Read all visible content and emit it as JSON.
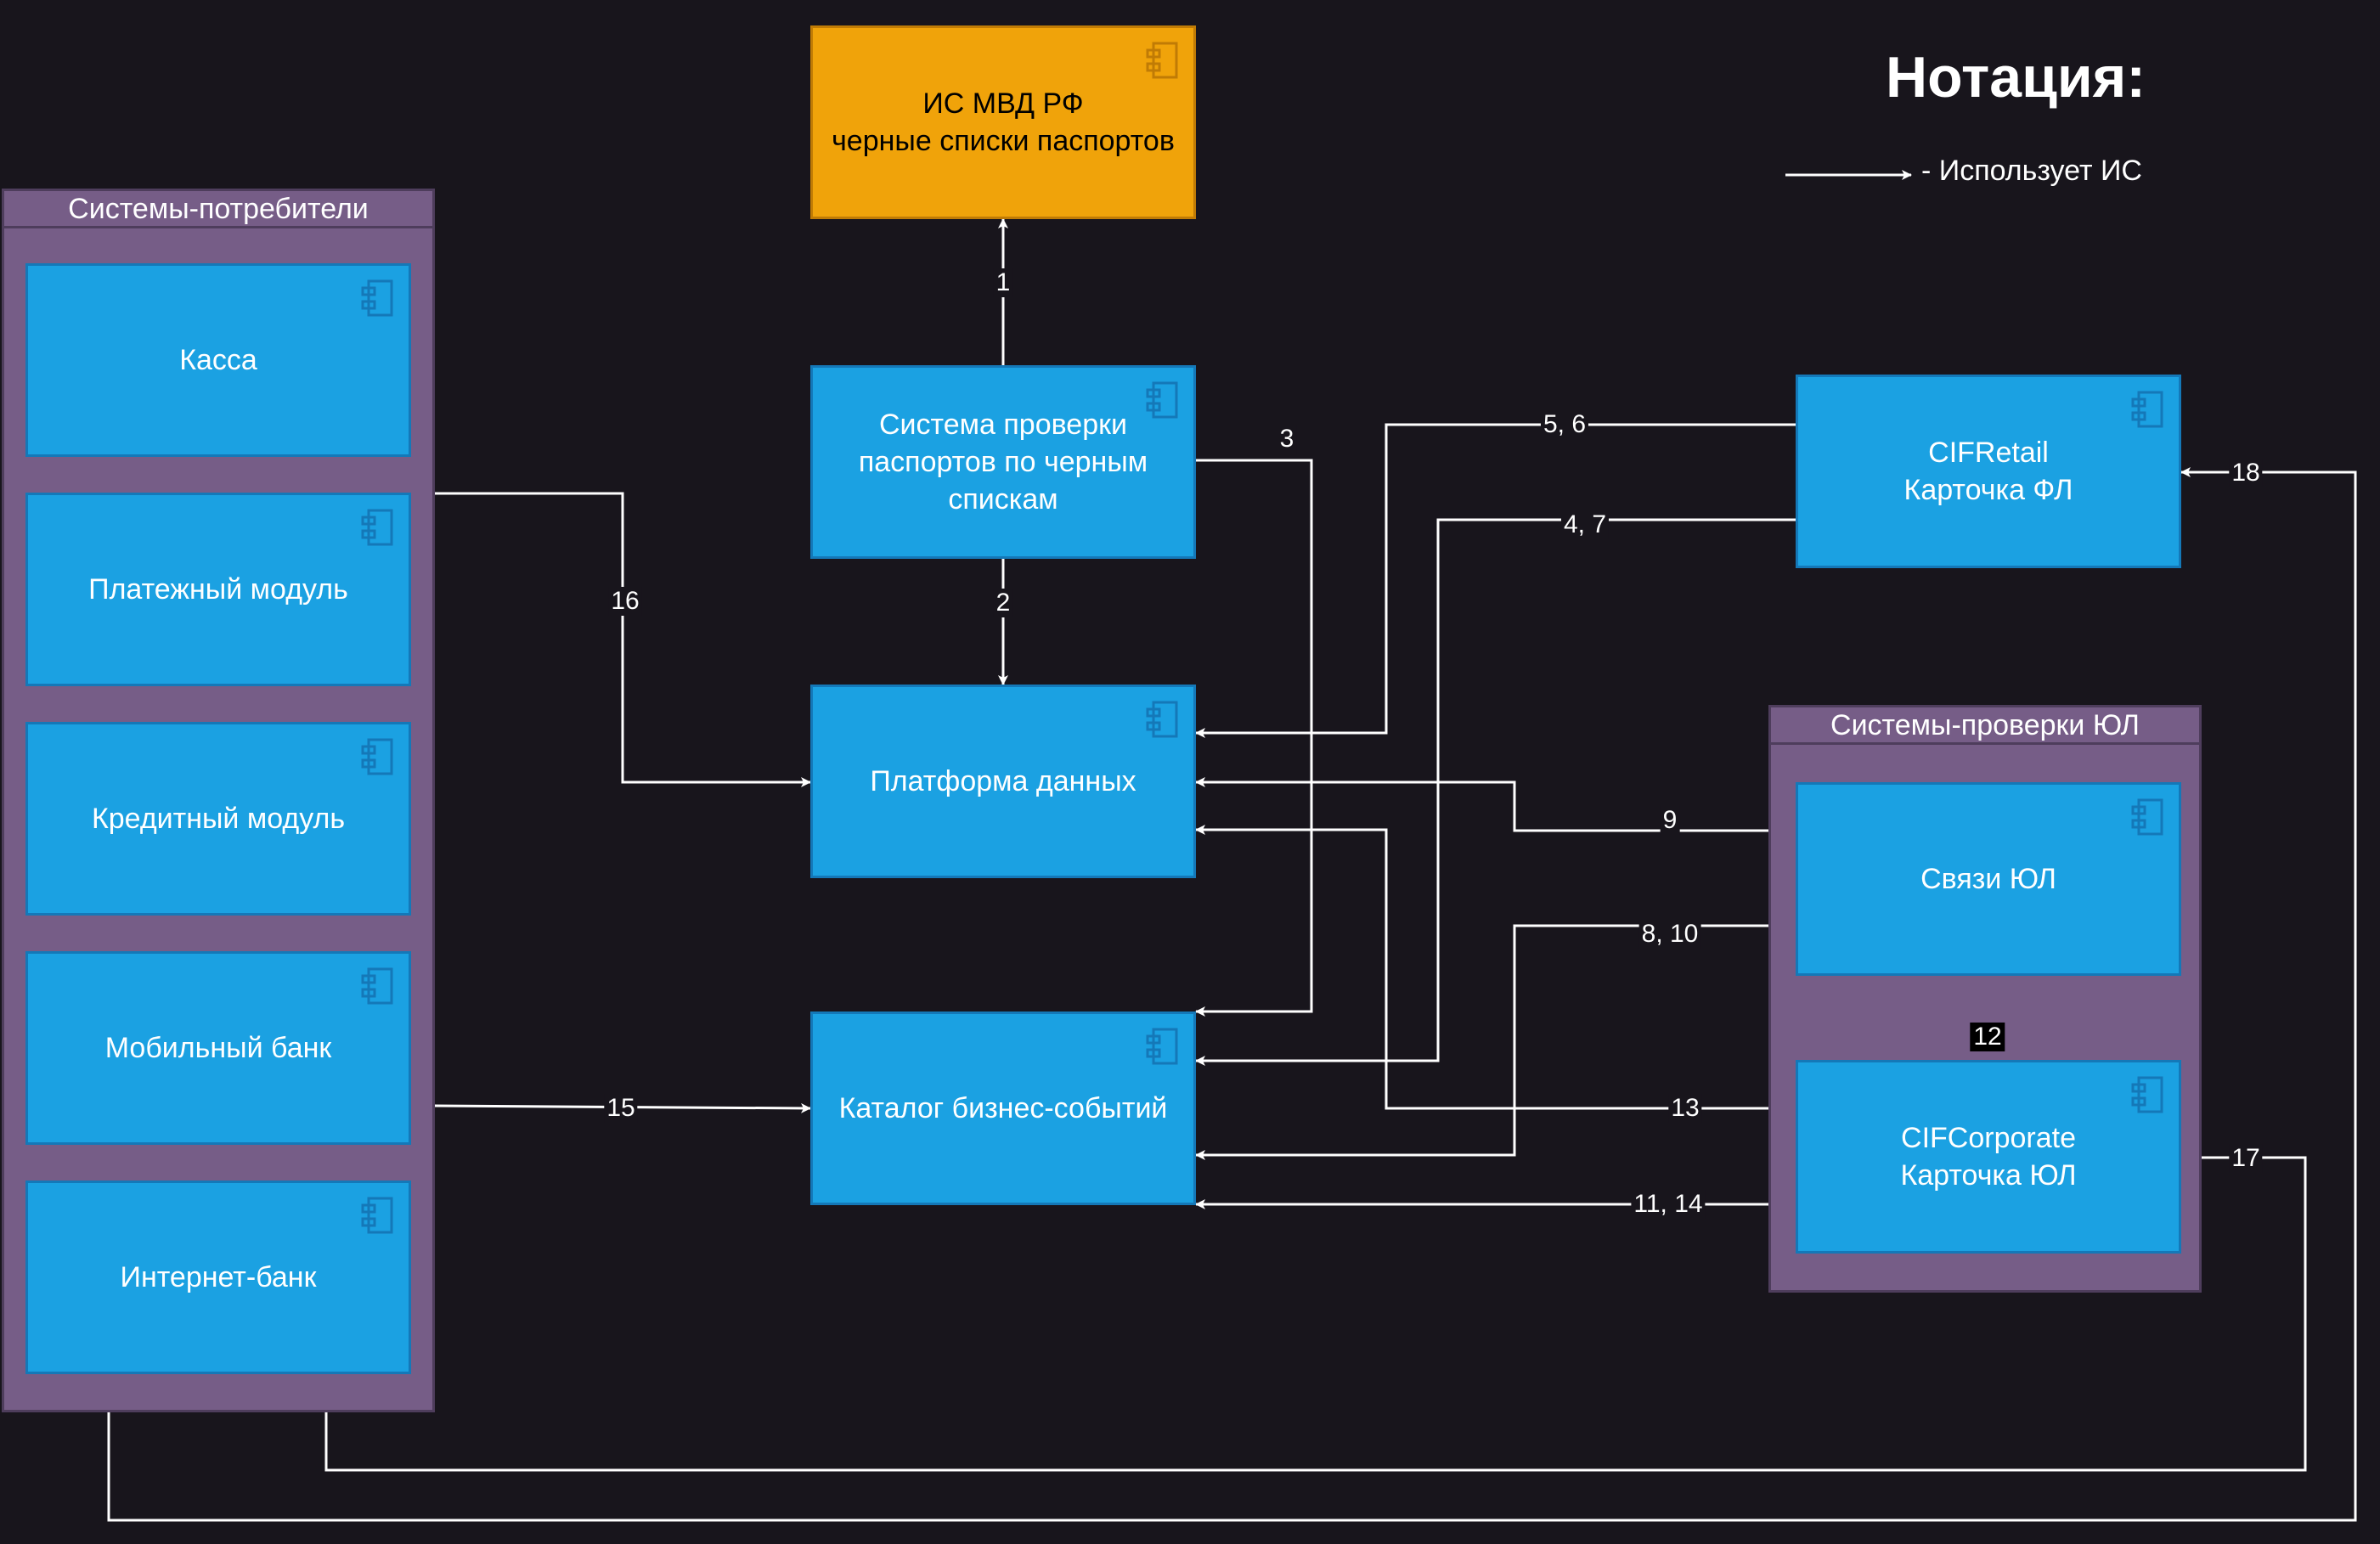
{
  "notation": {
    "title": "Нотация:",
    "uses_text": "- Использует ИС"
  },
  "colors": {
    "background": "#18151c",
    "component": "#1ba1e2",
    "external_system": "#f0a30a",
    "group": "#765d87",
    "connector": "#ffffff"
  },
  "groups": {
    "consumers": {
      "title": "Системы-потребители"
    },
    "legal_check": {
      "title": "Системы-проверки ЮЛ"
    }
  },
  "components": {
    "mvd": {
      "line1": "ИС МВД РФ",
      "line2": "черные списки паспортов",
      "icon": "component-icon"
    },
    "passport_check": {
      "line1": "Система проверки",
      "line2": "паспортов по черным",
      "line3": "спискам",
      "icon": "component-icon"
    },
    "data_platform": {
      "line1": "Платформа данных",
      "icon": "component-icon"
    },
    "event_catalog": {
      "line1": "Каталог бизнес-событий",
      "icon": "component-icon"
    },
    "cif_retail": {
      "line1": "CIFRetail",
      "line2": "Карточка ФЛ",
      "icon": "component-icon"
    },
    "legal_links": {
      "line1": "Связи ЮЛ",
      "icon": "component-icon"
    },
    "cif_corporate": {
      "line1": "CIFCorporate",
      "line2": "Карточка ЮЛ",
      "icon": "component-icon"
    },
    "kassa": {
      "line1": "Касса",
      "icon": "component-icon"
    },
    "payment_module": {
      "line1": "Платежный модуль",
      "icon": "component-icon"
    },
    "credit_module": {
      "line1": "Кредитный модуль",
      "icon": "component-icon"
    },
    "mobile_bank": {
      "line1": "Мобильный банк",
      "icon": "component-icon"
    },
    "internet_bank": {
      "line1": "Интернет-банк",
      "icon": "component-icon"
    }
  },
  "connections": [
    {
      "label": "1",
      "from": "Система проверки паспортов по черным спискам",
      "to": "ИС МВД РФ"
    },
    {
      "label": "2",
      "from": "Система проверки паспортов по черным спискам",
      "to": "Платформа данных"
    },
    {
      "label": "3",
      "from": "Система проверки паспортов по черным спискам",
      "to": "Каталог бизнес-событий"
    },
    {
      "label": "5, 6",
      "from": "CIFRetail",
      "to": "Платформа данных"
    },
    {
      "label": "4, 7",
      "from": "CIFRetail",
      "to": "Каталог бизнес-событий"
    },
    {
      "label": "9",
      "from": "Связи ЮЛ",
      "to": "Платформа данных"
    },
    {
      "label": "8, 10",
      "from": "Связи ЮЛ",
      "to": "Каталог бизнес-событий"
    },
    {
      "label": "12",
      "from": "CIFCorporate",
      "to": "Связи ЮЛ"
    },
    {
      "label": "13",
      "from": "CIFCorporate",
      "to": "Платформа данных"
    },
    {
      "label": "11, 14",
      "from": "CIFCorporate",
      "to": "Каталог бизнес-событий"
    },
    {
      "label": "15",
      "from": "Системы-потребители",
      "to": "Каталог бизнес-событий"
    },
    {
      "label": "16",
      "from": "Системы-потребители",
      "to": "Платформа данных"
    },
    {
      "label": "17",
      "from": "Системы-потребители",
      "to": "CIFCorporate"
    },
    {
      "label": "18",
      "from": "Системы-потребители",
      "to": "CIFRetail"
    }
  ]
}
